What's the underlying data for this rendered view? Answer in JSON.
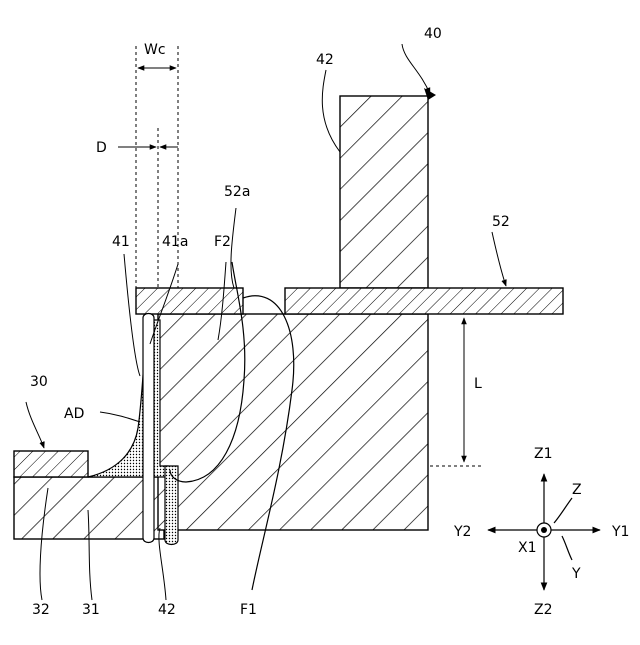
{
  "labels": {
    "wc": "Wc",
    "d": "D",
    "ref_40": "40",
    "ref_42_top": "42",
    "ref_52a": "52a",
    "ref_52": "52",
    "ref_41": "41",
    "ref_41a": "41a",
    "ref_f2": "F2",
    "ref_30": "30",
    "ref_ad": "AD",
    "ref_l": "L",
    "ref_32": "32",
    "ref_31": "31",
    "ref_42_bottom": "42",
    "ref_f1": "F1"
  },
  "axes": {
    "z1": "Z1",
    "z2": "Z2",
    "y1": "Y1",
    "y2": "Y2",
    "x1": "X1",
    "z": "Z",
    "y": "Y"
  }
}
